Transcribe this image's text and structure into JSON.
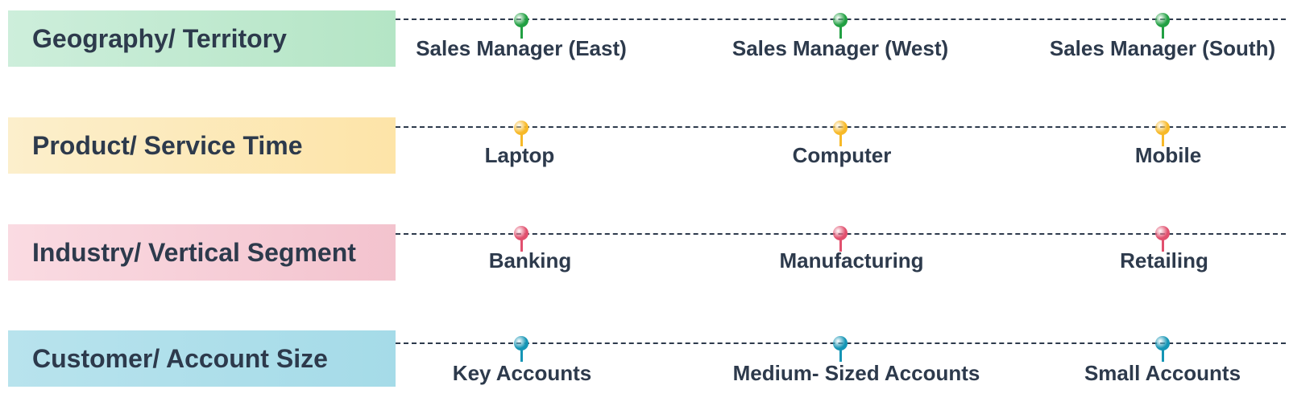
{
  "rows": [
    {
      "label": "Geography/ Territory",
      "color": "#22a043",
      "band_from": "#cdeedb",
      "band_to": "#b4e5c5",
      "items": [
        "Sales Manager (East)",
        "Sales Manager (West)",
        "Sales Manager (South)"
      ]
    },
    {
      "label": "Product/ Service Time",
      "color": "#f7b928",
      "band_from": "#fcefcc",
      "band_to": "#fde4a8",
      "items": [
        "Laptop",
        "Computer",
        "Mobile"
      ]
    },
    {
      "label": "Industry/ Vertical Segment",
      "color": "#e1506e",
      "band_from": "#fadbe2",
      "band_to": "#f3c3ce",
      "items": [
        "Banking",
        "Manufacturing",
        "Retailing"
      ]
    },
    {
      "label": "Customer/ Account Size",
      "color": "#1595b5",
      "band_from": "#b8e3ed",
      "band_to": "#a5dbe8",
      "items": [
        "Key Accounts",
        "Medium- Sized Accounts",
        "Small Accounts"
      ]
    }
  ]
}
